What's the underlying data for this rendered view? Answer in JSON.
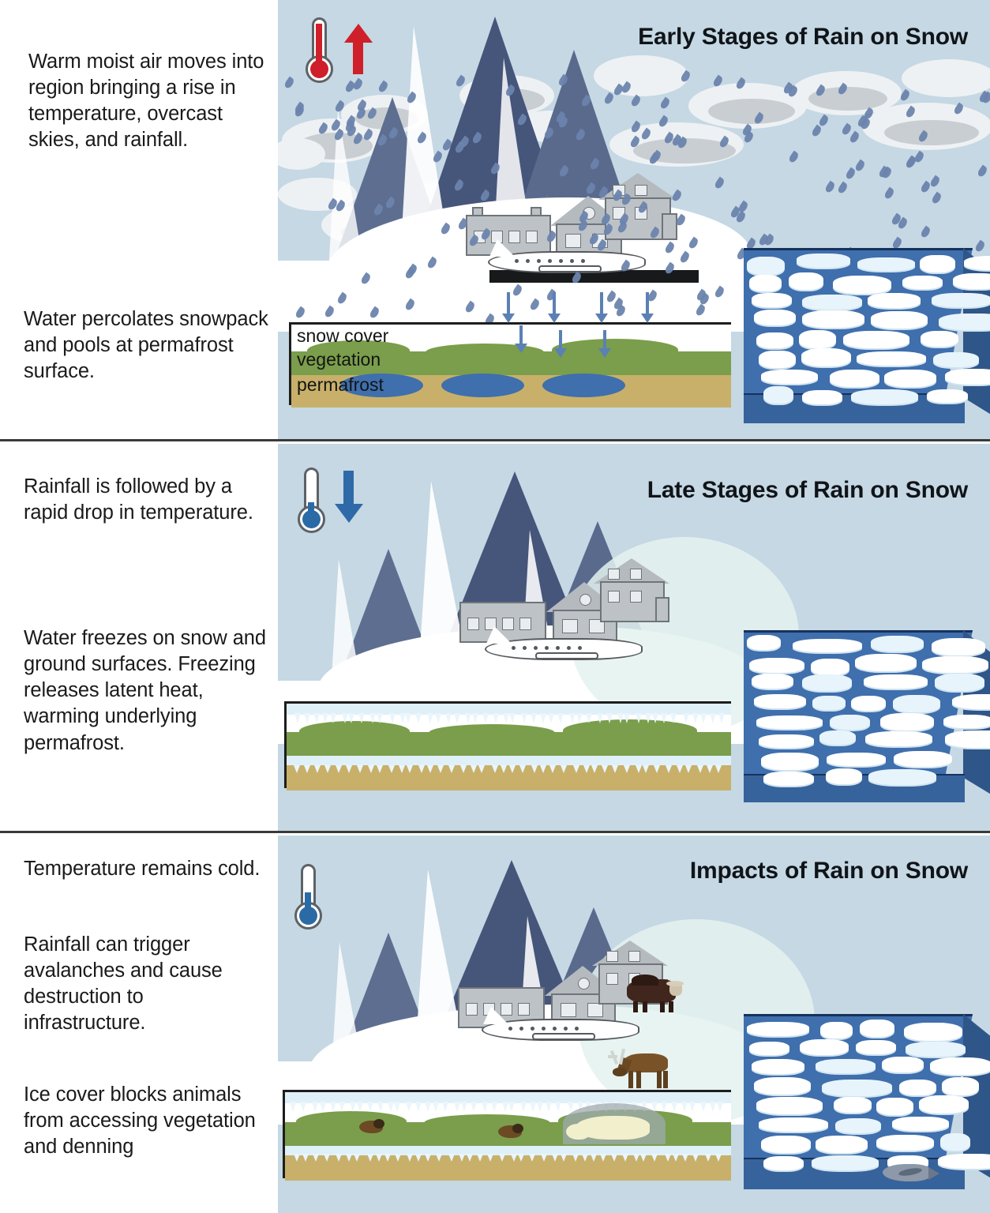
{
  "figure": {
    "background_color": "#c5d8e4",
    "divider_color": "#3a3a3a"
  },
  "panels": [
    {
      "id": "early",
      "title": "Early Stages of Rain on Snow",
      "captions": [
        "Warm moist air moves into region bringing a rise in temperature, overcast skies, and rainfall.",
        "Water percolates snowpack and pools at permafrost surface."
      ],
      "thermometer": {
        "name": "thermometer-rising",
        "fill_color": "#cf1f2a",
        "arrow_direction": "up",
        "arrow_color": "#cf1f2a"
      },
      "layer_labels": [
        "snow cover",
        "vegetation",
        "permafrost"
      ],
      "scene_elements": [
        "overcast-clouds",
        "rainfall",
        "mountains",
        "village-buildings",
        "airplane-on-runway",
        "percolation-arrows",
        "meltwater-pools",
        "sea-ice-floes",
        "ocean"
      ]
    },
    {
      "id": "late",
      "title": "Late Stages of Rain on Snow",
      "captions": [
        "Rainfall is followed by a rapid drop in temperature.",
        "Water freezes on snow and ground surfaces. Freezing releases latent heat, warming underlying permafrost."
      ],
      "thermometer": {
        "name": "thermometer-falling",
        "fill_color": "#2a6ba6",
        "arrow_direction": "down",
        "arrow_color": "#2f6aa8"
      },
      "layer_labels": [],
      "scene_elements": [
        "clear-cold-sky",
        "mountains",
        "village-buildings",
        "airplane-on-runway",
        "ice-crust-on-snow",
        "ice-layer-at-permafrost",
        "sea-ice-floes",
        "ocean"
      ]
    },
    {
      "id": "impacts",
      "title": "Impacts of Rain on Snow",
      "captions": [
        "Temperature remains cold.",
        "Rainfall can trigger avalanches and cause destruction to infrastructure.",
        "Ice cover blocks animals from accessing vegetation and denning"
      ],
      "thermometer": {
        "name": "thermometer-cold",
        "fill_color": "#2a6ba6",
        "arrow_direction": "none",
        "arrow_color": ""
      },
      "layer_labels": [],
      "scene_elements": [
        "mountains",
        "village-buildings",
        "airplane-on-runway",
        "musk-ox",
        "caribou",
        "polar-bear-in-den",
        "lemmings",
        "seal",
        "ice-crust-on-snow",
        "sea-ice-floes",
        "ocean"
      ]
    }
  ],
  "palette": {
    "sky": "#c5d8e4",
    "snow": "#ffffff",
    "mountain_dark": "#4a5a7d",
    "mountain_mid": "#6e7f9e",
    "mountain_light": "#9fadc4",
    "cloud_light": "#eef1f3",
    "cloud_grey": "#c9ced2",
    "raindrop": "#6c84ad",
    "vegetation": "#7a9e4b",
    "permafrost": "#c8b06a",
    "water_pool": "#3f6fad",
    "ocean": "#37639c",
    "ice": "#dff0f8",
    "building": "#bdc2c7",
    "runway": "#17191b"
  }
}
